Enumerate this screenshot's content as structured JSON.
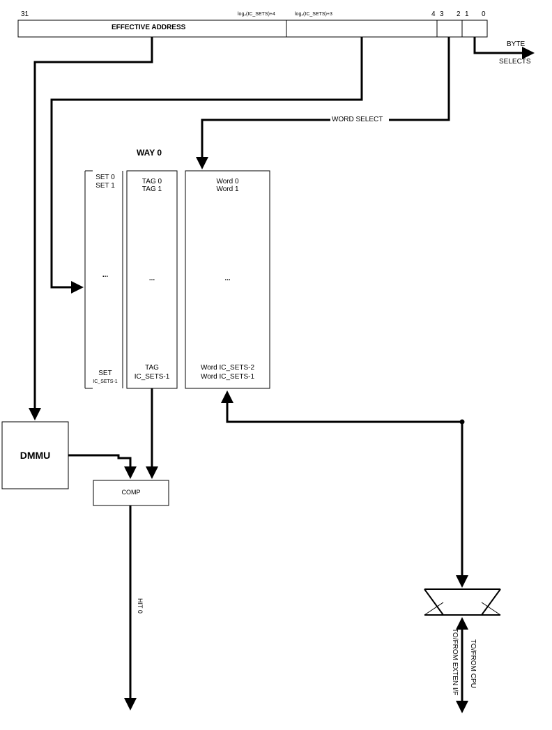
{
  "address": {
    "bit_31": "31",
    "bit_high_a": "log₂(IC_SETS)+4",
    "bit_high_b": "log₂(IC_SETS)+3",
    "bit_4": "4",
    "bit_3": "3",
    "bit_2": "2",
    "bit_1": "1",
    "bit_0": "0",
    "field_label": "EFFECTIVE ADDRESS"
  },
  "byte_selects": {
    "line1": "BYTE",
    "line2": "SELECTS"
  },
  "word_select": "WORD SELECT",
  "way_label": "WAY 0",
  "set_array": {
    "top1": "SET 0",
    "top2": "SET 1",
    "ellipsis": "...",
    "bottom1": "SET",
    "bottom2": "IC_SETS-1"
  },
  "tag_array": {
    "top1": "TAG 0",
    "top2": "TAG 1",
    "ellipsis": "...",
    "bottom1": "TAG",
    "bottom2": "IC_SETS-1"
  },
  "word_array": {
    "top1": "Word 0",
    "top2": "Word 1",
    "ellipsis": "...",
    "bottom1": "Word IC_SETS-2",
    "bottom2": "Word IC_SETS-1"
  },
  "dmmu": "DMMU",
  "comp": "COMP",
  "hit": "HIT 0",
  "cpu_label": "TO/FROM CPU",
  "ext_label": "TO/FROM EXTEN I/F"
}
